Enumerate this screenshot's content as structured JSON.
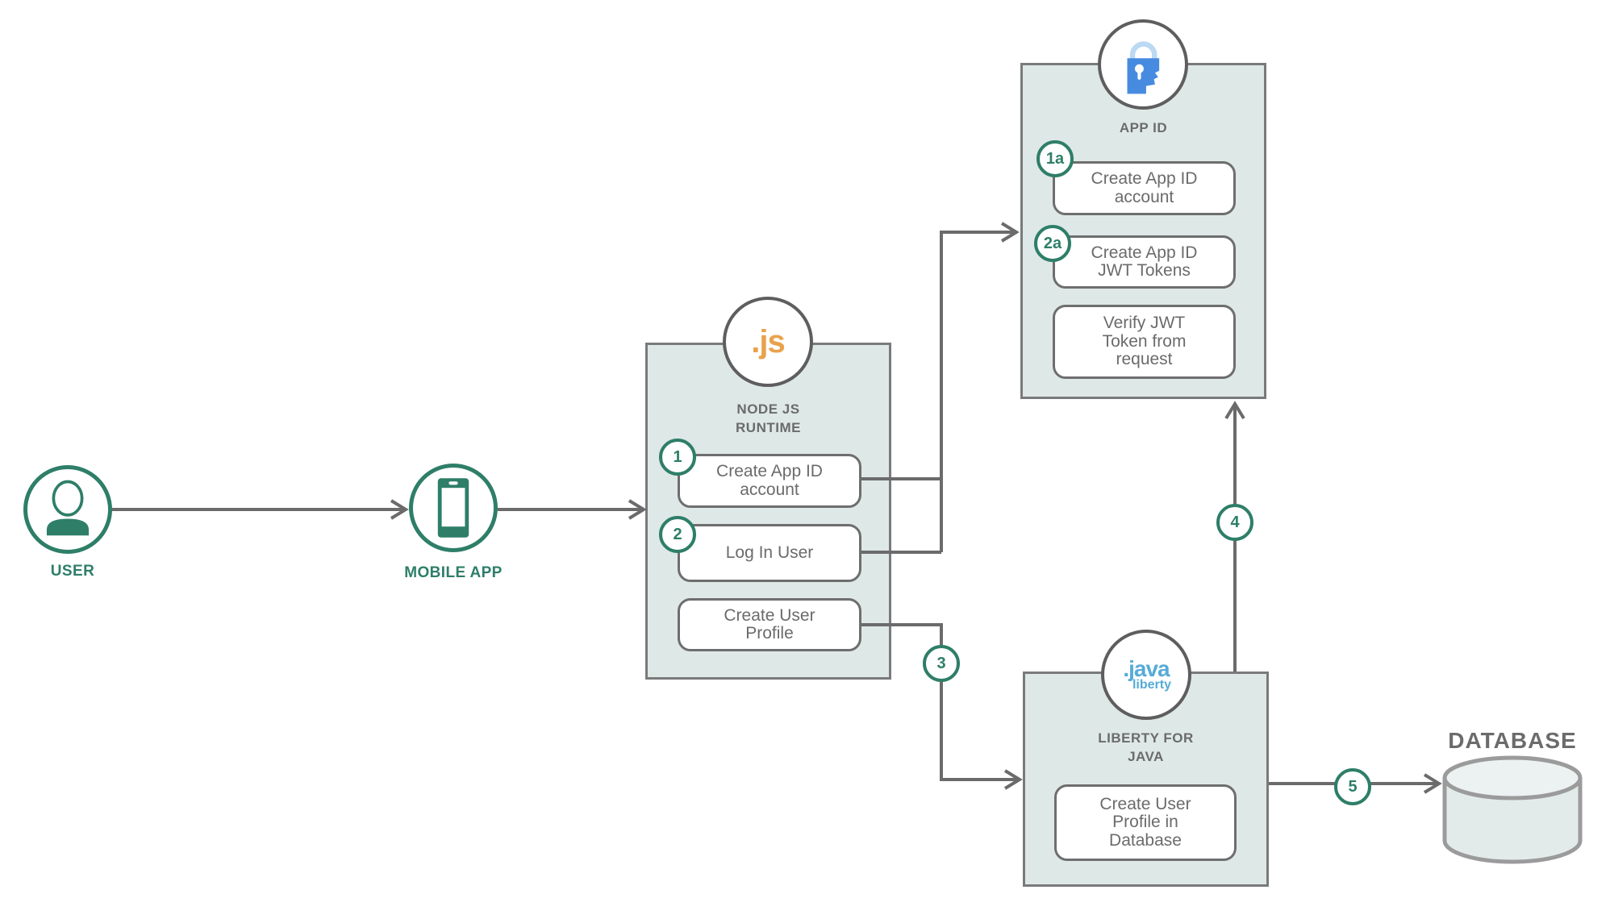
{
  "colors": {
    "teal": "#2E7E68",
    "arrow_gray": "#6B6B6B",
    "panel_fill": "#DEE8E7",
    "panel_border": "#7A7A7A",
    "nodejs_orange": "#E9A24B",
    "appid_blue": "#478BE0",
    "appid_blue_light": "#BCD9F4",
    "java_blue": "#56ABD7",
    "db_border": "#9B9B9B"
  },
  "nodes": {
    "user": {
      "label": "USER"
    },
    "mobile_app": {
      "label": "MOBILE APP"
    },
    "nodejs": {
      "icon_text": ".js",
      "title": [
        "NODE JS",
        "RUNTIME"
      ],
      "steps": [
        {
          "badge": "1",
          "lines": [
            "Create App ID",
            "account"
          ]
        },
        {
          "badge": "2",
          "lines": [
            "Log In User"
          ]
        },
        {
          "badge": "",
          "lines": [
            "Create User",
            "Profile"
          ]
        }
      ]
    },
    "app_id": {
      "title": "APP ID",
      "steps": [
        {
          "badge": "1a",
          "lines": [
            "Create App ID",
            "account"
          ]
        },
        {
          "badge": "2a",
          "lines": [
            "Create App ID",
            "JWT Tokens"
          ]
        },
        {
          "badge": "",
          "lines": [
            "Verify JWT",
            "Token from",
            "request"
          ]
        }
      ]
    },
    "liberty": {
      "icon_top": ".java",
      "icon_bottom": "liberty",
      "title": [
        "LIBERTY FOR",
        "JAVA"
      ],
      "steps": [
        {
          "badge": "",
          "lines": [
            "Create User",
            "Profile in",
            "Database"
          ]
        }
      ]
    },
    "database": {
      "label": "DATABASE"
    }
  },
  "flow": {
    "badge_3": "3",
    "badge_4": "4",
    "badge_5": "5"
  }
}
